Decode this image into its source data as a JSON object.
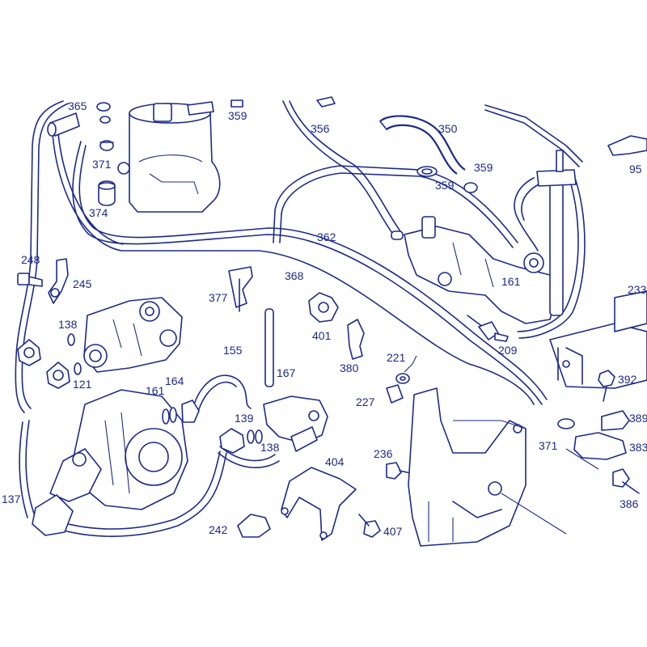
{
  "colors": {
    "ink": "#1c2a8a",
    "background": "#ffffff"
  },
  "labels": {
    "p365": "365",
    "p359a": "359",
    "p356": "356",
    "p350": "350",
    "p95": "95",
    "p371a": "371",
    "p359b": "359",
    "p359c": "359",
    "p374": "374",
    "p362": "362",
    "p248": "248",
    "p245": "245",
    "p377": "377",
    "p368": "368",
    "p161a": "161",
    "p233": "233",
    "p138a": "138",
    "p401": "401",
    "p209": "209",
    "p155": "155",
    "p221": "221",
    "p380": "380",
    "p167": "167",
    "p164": "164",
    "p392": "392",
    "p121": "121",
    "p161b": "161",
    "p227": "227",
    "p389": "389",
    "p139": "139",
    "p138b": "138",
    "p371b": "371",
    "p383": "383",
    "p236": "236",
    "p404": "404",
    "p386": "386",
    "p137": "137",
    "p242": "242",
    "p407": "407"
  }
}
